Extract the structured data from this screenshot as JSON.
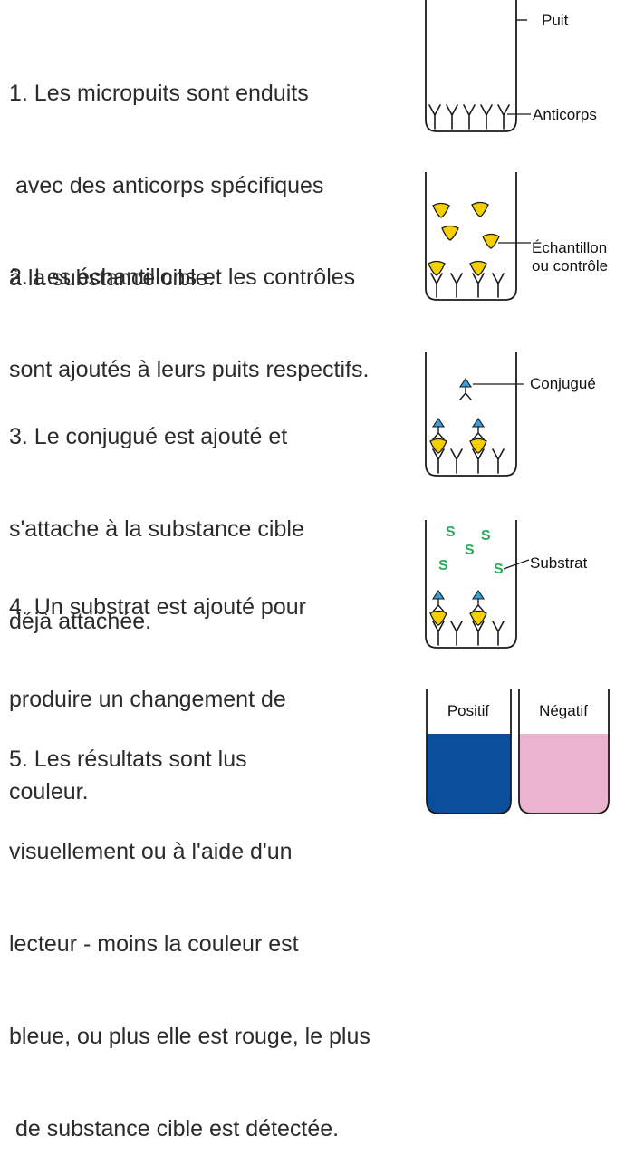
{
  "steps": [
    {
      "lines": [
        "1. Les micropuits sont enduits",
        " avec des anticorps spécifiques",
        "à la substance cible."
      ]
    },
    {
      "lines": [
        "2. Les échantillons et les contrôles",
        "sont ajoutés à leurs puits respectifs."
      ]
    },
    {
      "lines": [
        "3. Le conjugué est ajouté et",
        "s'attache à la substance cible",
        "déjà attachée."
      ]
    },
    {
      "lines": [
        "4. Un substrat est ajouté pour",
        "produire un changement de",
        "couleur."
      ]
    },
    {
      "lines": [
        "5. Les résultats sont lus",
        "visuellement ou à l'aide d'un",
        "lecteur - moins la couleur est",
        "bleue, ou plus elle est rouge, le plus",
        " de substance cible est détectée."
      ]
    }
  ],
  "labels": {
    "well": "Puit",
    "antibodies": "Anticorps",
    "sample_line1": "Échantillon",
    "sample_line2": "ou contrôle",
    "conjugate": "Conjugué",
    "substrate": "Substrat",
    "substrate_symbol": "S",
    "positive": "Positif",
    "negative": "Négatif"
  },
  "colors": {
    "antigen_yellow": "#f5d000",
    "conjugate_blue": "#3aa0d8",
    "substrate_green": "#2eaa5a",
    "positive_blue": "#0b4f9a",
    "negative_pink": "#eab4cf",
    "outline": "#1a1a1a"
  }
}
